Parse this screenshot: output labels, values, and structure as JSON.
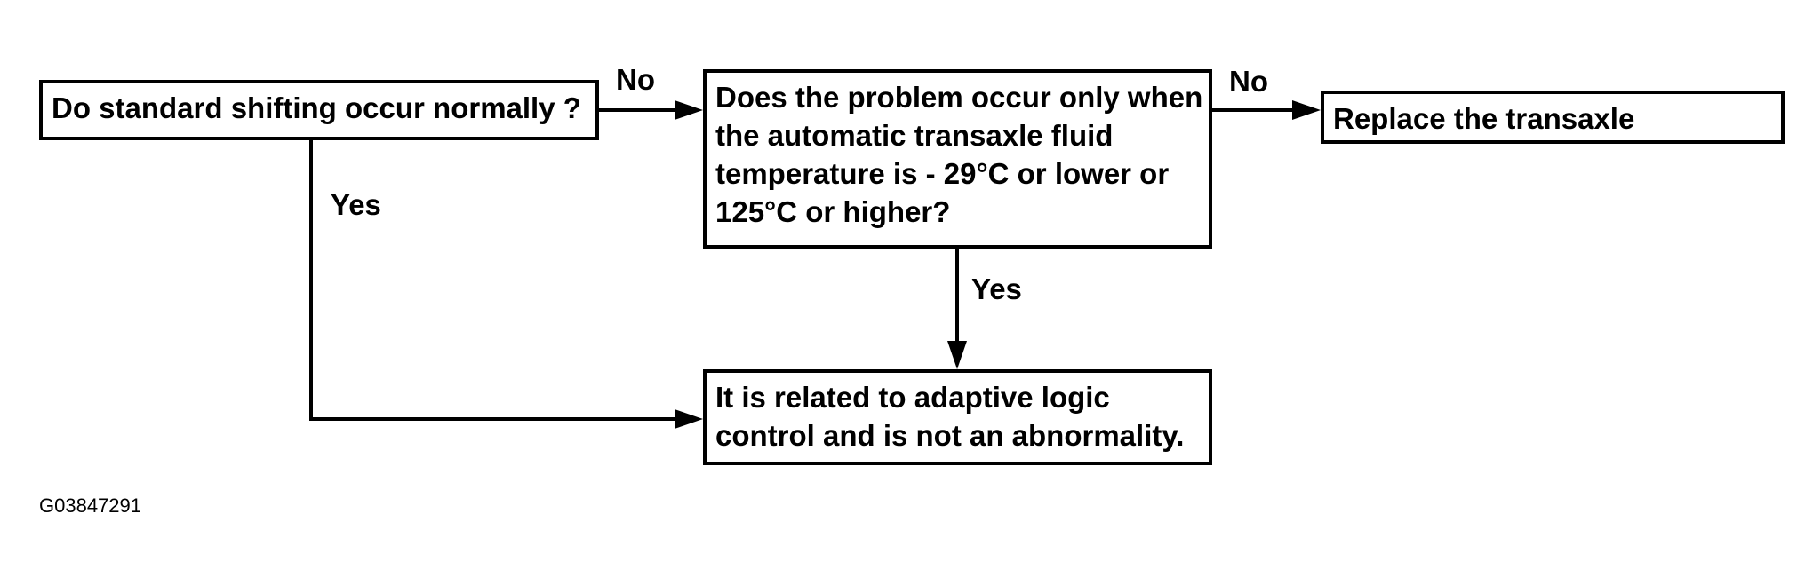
{
  "boxes": {
    "q1": {
      "lines": [
        "Do standard shifting occur normally ?"
      ]
    },
    "q2": {
      "lines": [
        "Does the problem occur only when",
        "the automatic transaxle fluid",
        "temperature is - 29°C or lower or",
        "125°C or higher?"
      ]
    },
    "r1": {
      "lines": [
        "Replace the transaxle"
      ]
    },
    "r2": {
      "lines": [
        "It is related to adaptive logic",
        "control and is not an abnormality."
      ]
    }
  },
  "edges": {
    "q1_to_q2": "No",
    "q2_to_r1": "No",
    "q1_to_r2": "Yes",
    "q2_to_r2": "Yes"
  },
  "figure_code": "G03847291"
}
